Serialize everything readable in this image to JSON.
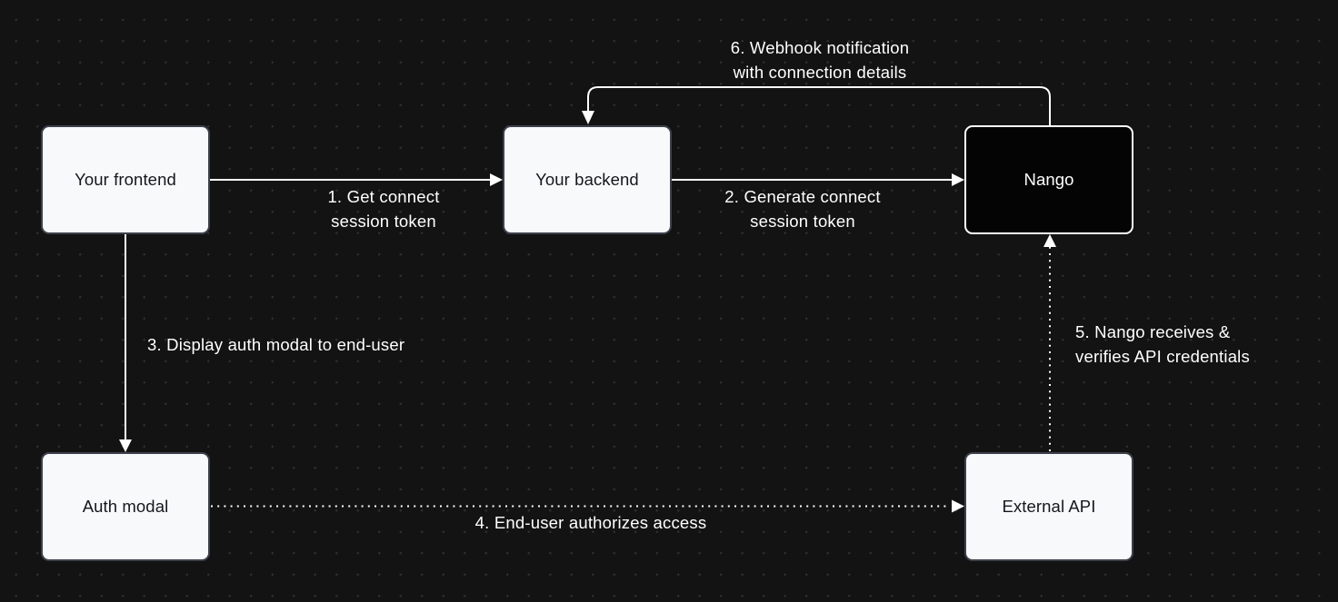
{
  "canvas": {
    "background_color": "#131313",
    "dot_grid_color": "#2e2e30",
    "line_color": "#ffffff",
    "label_text_color": "#ffffff"
  },
  "nodes": {
    "frontend": {
      "label": "Your frontend",
      "fill": "#f8f9fa",
      "text_color": "#14171d"
    },
    "backend": {
      "label": "Your backend",
      "fill": "#f8f9fa",
      "text_color": "#14171d"
    },
    "nango": {
      "label": "Nango",
      "fill": "#040404",
      "text_color": "#ffffff"
    },
    "auth_modal": {
      "label": "Auth modal",
      "fill": "#f8f9fa",
      "text_color": "#14171d"
    },
    "external_api": {
      "label": "External API",
      "fill": "#f8f9fa",
      "text_color": "#14171d"
    }
  },
  "edges": {
    "get_session_token": {
      "label": "1. Get connect\nsession token",
      "from": "frontend",
      "to": "backend",
      "line_style": "solid"
    },
    "generate_session_token": {
      "label": "2. Generate connect\nsession token",
      "from": "backend",
      "to": "nango",
      "line_style": "solid"
    },
    "display_auth_modal": {
      "label": "3. Display auth modal to end-user",
      "from": "frontend",
      "to": "auth_modal",
      "line_style": "solid"
    },
    "authorize_access": {
      "label": "4. End-user authorizes access",
      "from": "auth_modal",
      "to": "external_api",
      "line_style": "dotted"
    },
    "verify_credentials": {
      "label": "5. Nango receives &\nverifies API credentials",
      "from": "external_api",
      "to": "nango",
      "line_style": "dotted"
    },
    "webhook_notification": {
      "label": "6. Webhook notification\nwith connection details",
      "from": "nango",
      "to": "backend",
      "line_style": "solid"
    }
  }
}
